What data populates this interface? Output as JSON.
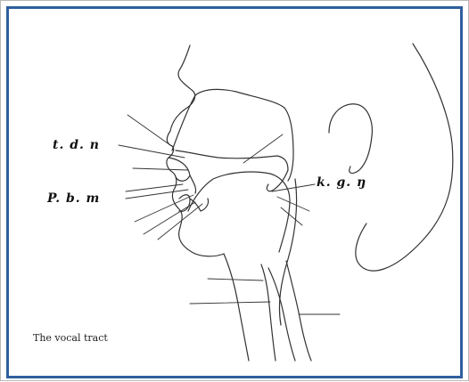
{
  "caption": "The vocal tract",
  "labels": {
    "alveolar": "t. d. n",
    "bilabial": "P. b. m",
    "velar": "k. g. ŋ"
  },
  "colors": {
    "frame_border": "#2f5f9e",
    "line": "#333333"
  }
}
